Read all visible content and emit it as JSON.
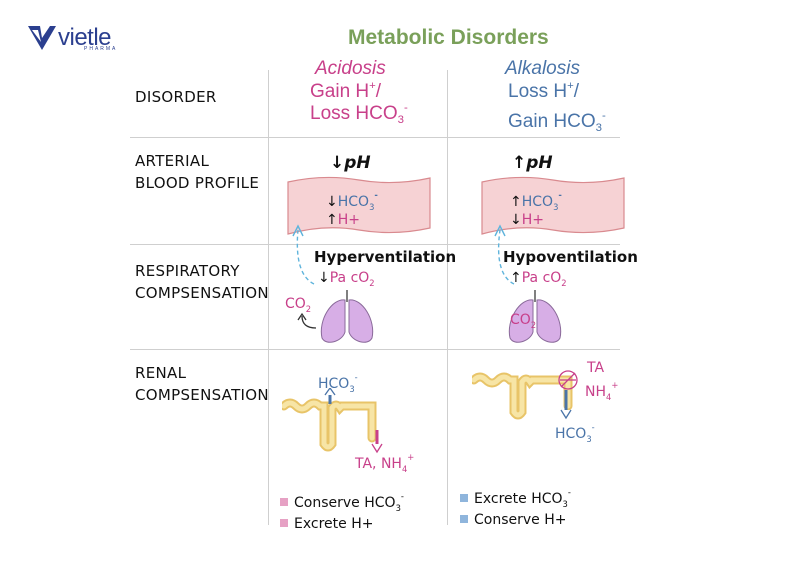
{
  "logo": {
    "word": "vietle",
    "sub": "PHARMA"
  },
  "title": "Metabolic Disorders",
  "columns": {
    "acidosis": {
      "name": "Acidosis",
      "line1": "Gain H",
      "line1_sup": "+",
      "line1_tail": "/",
      "line2": "Loss HCO",
      "line2_sub": "3",
      "line2_sup": "-"
    },
    "alkalosis": {
      "name": "Alkalosis",
      "line1": "Loss H",
      "line1_sup": "+",
      "line1_tail": "/",
      "line2": "Gain HCO",
      "line2_sub": "3",
      "line2_sup": "-"
    }
  },
  "rows": {
    "disorder": "DISORDER",
    "arterial_1": "ARTERIAL",
    "arterial_2": "BLOOD PROFILE",
    "resp_1": "RESPIRATORY",
    "resp_2": "COMPSENSATION",
    "renal_1": "RENAL",
    "renal_2": "COMPSENSATION"
  },
  "acid": {
    "ph_arrow": "↓",
    "ph": "pH",
    "hco3_arrow": "↓",
    "hco3": "HCO",
    "hco3_sub": "3",
    "hco3_sup": "-",
    "h_arrow": "↑",
    "h": "H+",
    "vent": "Hyperventilation",
    "paco2_arrow": "↓",
    "paco2": "Pa cO",
    "paco2_sub": "2",
    "co2": "CO",
    "co2_sub": "2",
    "renal_hco3": "HCO",
    "renal_hco3_sub": "3",
    "renal_hco3_sup": "-",
    "renal_ta": "TA, NH",
    "renal_ta_sub": "4",
    "renal_ta_sup": "+",
    "legend1": "Conserve HCO",
    "legend1_sub": "3",
    "legend1_sup": "-",
    "legend2": "Excrete H+"
  },
  "alk": {
    "ph_arrow": "↑",
    "ph": "pH",
    "hco3_arrow": "↑",
    "hco3": "HCO",
    "hco3_sub": "3",
    "hco3_sup": "-",
    "h_arrow": "↓",
    "h": "H+",
    "vent": "Hypoventilation",
    "paco2_arrow": "↑",
    "paco2": "Pa cO",
    "paco2_sub": "2",
    "co2": "CO",
    "co2_sub": "2",
    "renal_ta": "TA",
    "renal_nh4": "NH",
    "renal_nh4_sub": "4",
    "renal_nh4_sup": "+",
    "renal_hco3": "HCO",
    "renal_hco3_sub": "3",
    "renal_hco3_sup": "-",
    "legend1": "Excrete HCO",
    "legend1_sub": "3",
    "legend1_sup": "-",
    "legend2": "Conserve H+"
  },
  "colors": {
    "title": "#7aa05a",
    "pink": "#c8408a",
    "blue": "#4a74a8",
    "vessel": "#f6d2d4",
    "lung": "#d7aee6",
    "tubule": "#f3d98a",
    "legend_pink": "#e6a1c4",
    "legend_blue": "#8fb5dc"
  }
}
